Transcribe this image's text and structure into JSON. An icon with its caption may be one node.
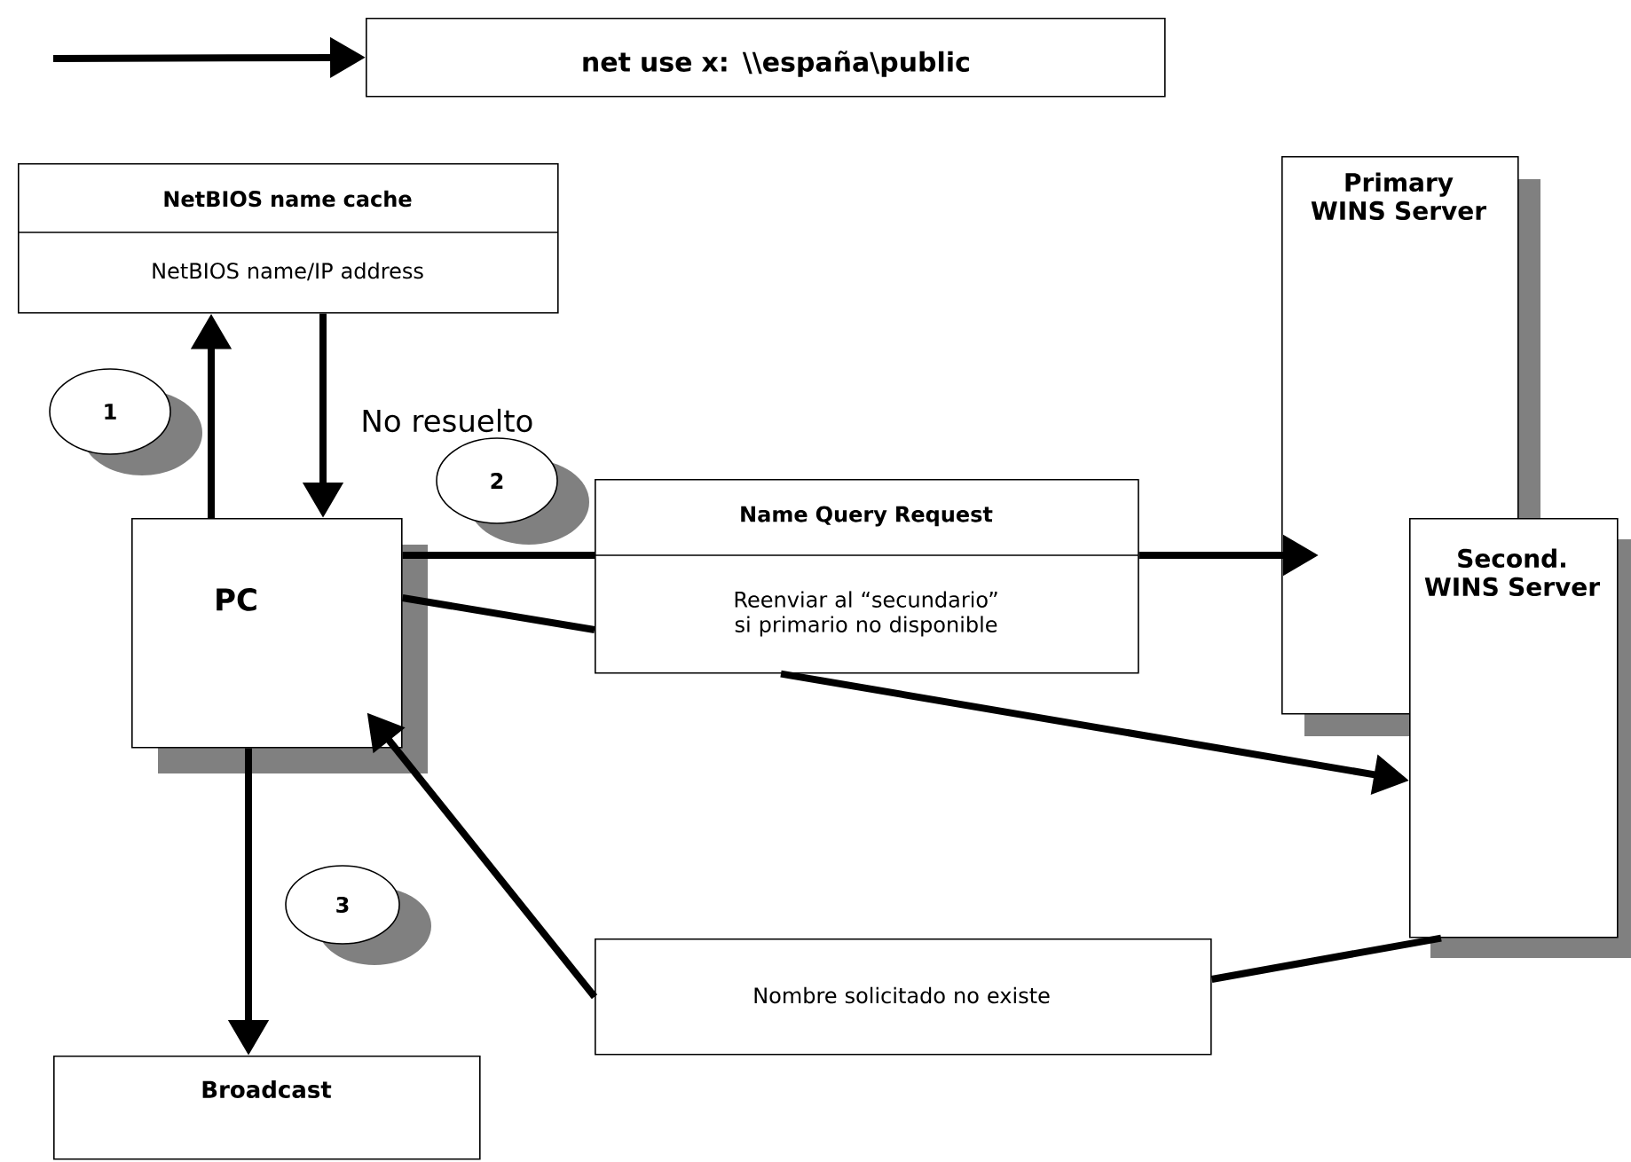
{
  "diagram": {
    "nodes": [
      {
        "text": [
          "net use x: \\\\españa\\public"
        ]
      },
      {
        "text": [
          "NetBIOS name cache",
          "NetBIOS name/IP address"
        ]
      },
      {
        "text": [
          "PC"
        ]
      },
      {
        "text": [
          "Name Query Request",
          "Reenviar al “secundario” si primario no disponible"
        ]
      },
      {
        "text": [
          "Primary WINS Server"
        ]
      },
      {
        "text": [
          "Second. WINS Server"
        ]
      },
      {
        "text": [
          "Nombre solicitado no existe"
        ]
      },
      {
        "text": [
          "Broadcast"
        ]
      },
      {
        "text": [
          "1"
        ]
      },
      {
        "text": [
          "2"
        ]
      },
      {
        "text": [
          "3"
        ]
      }
    ],
    "edges": [
      {
        "from": null,
        "to": 0,
        "arrow": "to"
      },
      {
        "from": 2,
        "to": 1,
        "arrow": "to"
      },
      {
        "from": 1,
        "to": 2,
        "arrow": "to",
        "label": "No resuelto"
      },
      {
        "from": 2,
        "to": 3,
        "arrow": "none"
      },
      {
        "from": 3,
        "to": 4,
        "arrow": "to"
      },
      {
        "from": 2,
        "to": 3,
        "arrow": "none"
      },
      {
        "from": 3,
        "to": 5,
        "arrow": "to"
      },
      {
        "from": 5,
        "to": 6,
        "arrow": "none"
      },
      {
        "from": 6,
        "to": 2,
        "arrow": "to"
      },
      {
        "from": 2,
        "to": 7,
        "arrow": "to"
      }
    ]
  }
}
